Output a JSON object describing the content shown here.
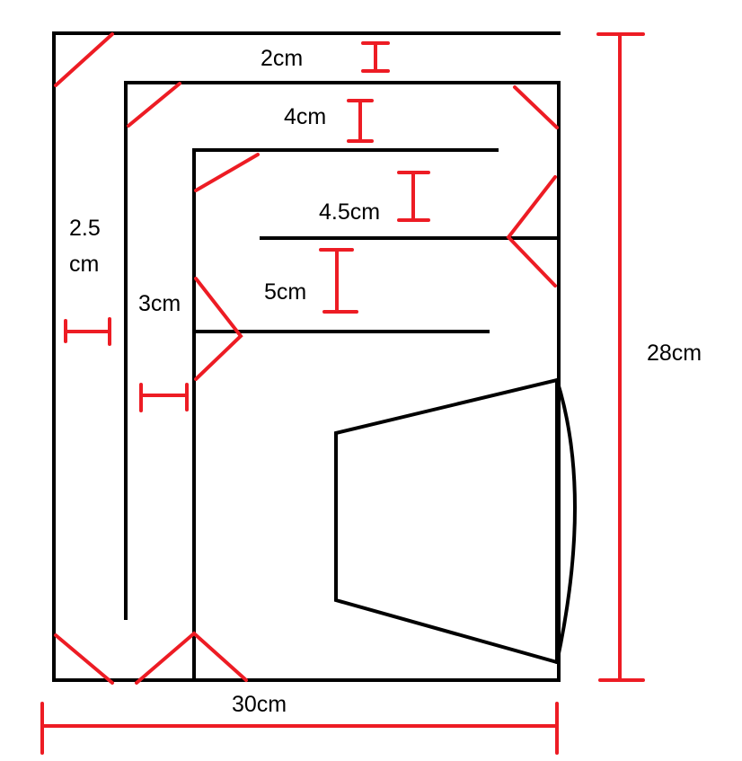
{
  "diagram": {
    "labels": {
      "top_gap": "2cm",
      "second_gap": "4cm",
      "third_gap": "4.5cm",
      "fourth_gap": "5cm",
      "left_gap_line1": "2.5",
      "left_gap_line2": "cm",
      "inner_left_gap": "3cm",
      "height": "28cm",
      "width": "30cm"
    },
    "colors": {
      "outline": "#000000",
      "annotation": "#ed1c24"
    }
  }
}
